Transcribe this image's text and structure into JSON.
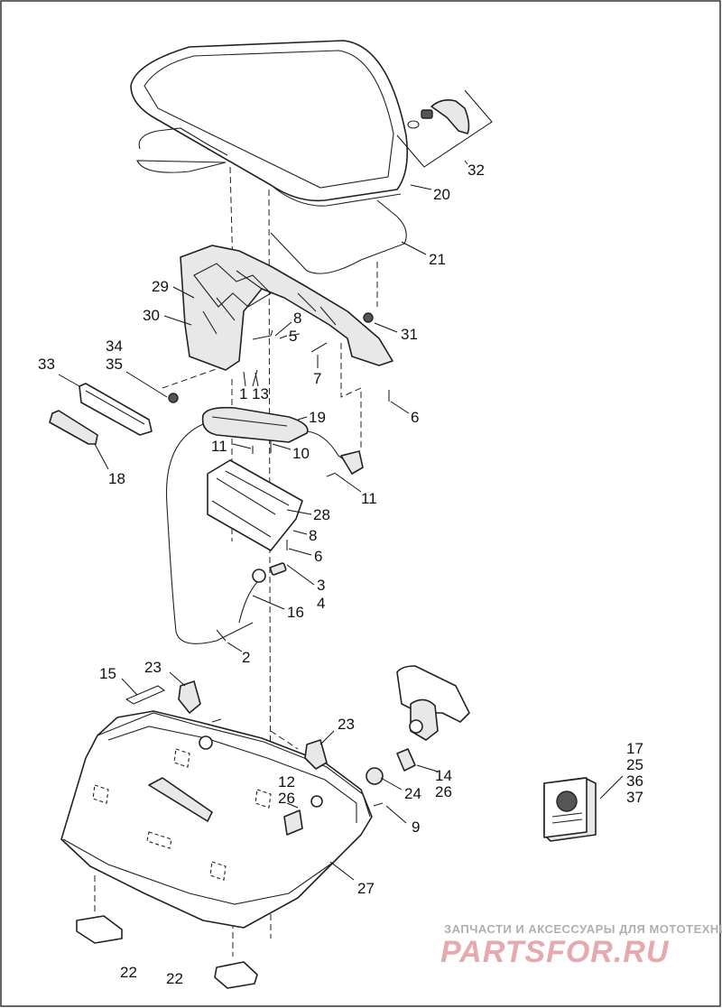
{
  "callouts": {
    "c1": "1",
    "c2": "2",
    "c3": "3",
    "c4": "4",
    "c5": "5",
    "c6a": "6",
    "c6b": "6",
    "c7": "7",
    "c8a": "8",
    "c8b": "8",
    "c9": "9",
    "c10": "10",
    "c11a": "11",
    "c11b": "11",
    "c12": "12",
    "c13": "13",
    "c14": "14",
    "c15": "15",
    "c16": "16",
    "c17": "17",
    "c18": "18",
    "c19": "19",
    "c20": "20",
    "c21": "21",
    "c22a": "22",
    "c22b": "22",
    "c23a": "23",
    "c23b": "23",
    "c24": "24",
    "c25": "25",
    "c26a": "26",
    "c26b": "26",
    "c27": "27",
    "c28": "28",
    "c29": "29",
    "c30": "30",
    "c31": "31",
    "c32": "32",
    "c33": "33",
    "c34": "34",
    "c35": "35",
    "c36": "36",
    "c37": "37"
  },
  "watermark": {
    "tagline": "ЗАПЧАСТИ И АКСЕССУАРЫ ДЛЯ МОТОТЕХНИКИ",
    "brand": "PARTSFOR.RU"
  },
  "colors": {
    "line": "#222222",
    "watermark_red": "#e6a9ae",
    "watermark_grey": "#b0b0b0"
  }
}
